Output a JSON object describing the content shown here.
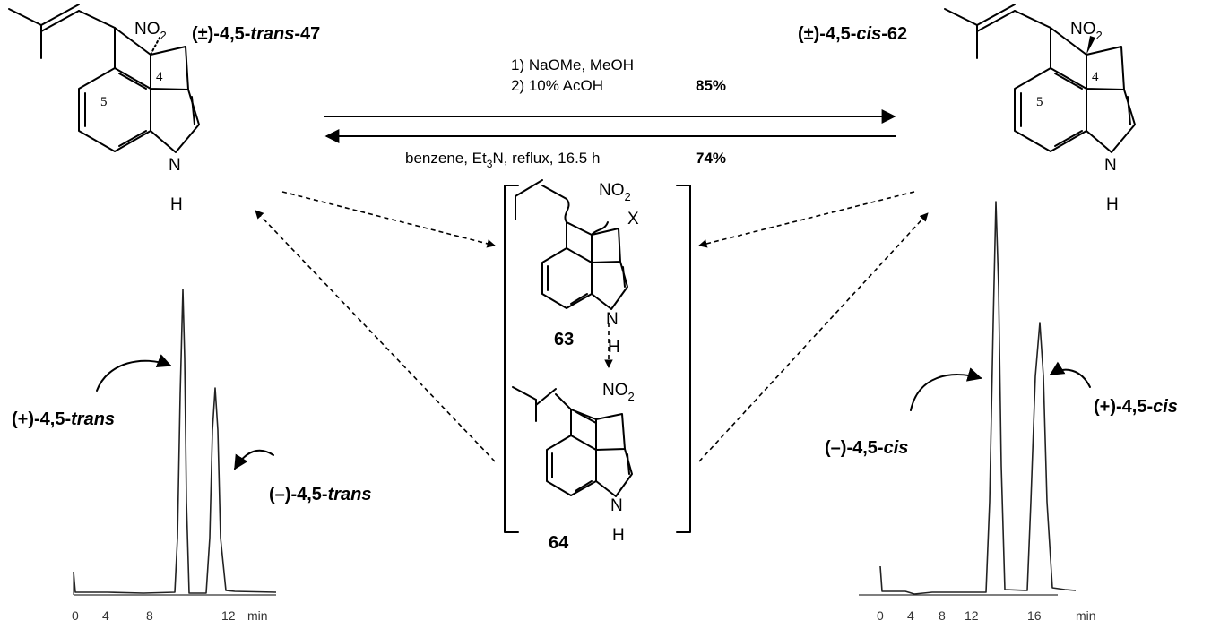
{
  "compounds": {
    "trans47": {
      "label": "(±)-4,5-",
      "label_em": "trans",
      "label_num": "-47",
      "locant_4": "4",
      "locant_5": "5",
      "nitro": "NO",
      "nitro_sub": "2",
      "nh_n": "N",
      "nh_h": "H"
    },
    "cis62": {
      "label": "(±)-4,5-",
      "label_em": "cis",
      "label_num": "-62",
      "locant_4": "4",
      "locant_5": "5",
      "nitro": "NO",
      "nitro_sub": "2",
      "nh_n": "N",
      "nh_h": "H"
    },
    "c63": {
      "label": "63",
      "nitro": "NO",
      "nitro_sub": "2",
      "x": "X",
      "nh_n": "N",
      "nh_h": "H"
    },
    "c64": {
      "label": "64",
      "nitro": "NO",
      "nitro_sub": "2",
      "nh_n": "N",
      "nh_h": "H"
    }
  },
  "conditions": {
    "forward_line1": "1) NaOMe, MeOH",
    "forward_line2": "2) 10% AcOH",
    "forward_yield": "85%",
    "reverse_pre": "benzene, Et",
    "reverse_sub": "3",
    "reverse_post": "N, reflux, 16.5 h",
    "reverse_yield": "74%"
  },
  "chromatograms": {
    "trans": {
      "peak_plus": "(+)-4,5-",
      "peak_plus_em": "trans",
      "peak_minus": "(–)-4,5-",
      "peak_minus_em": "trans",
      "ticks": [
        "0",
        "4",
        "8",
        "12"
      ],
      "unit": "min"
    },
    "cis": {
      "peak_plus": "(+)-4,5-",
      "peak_plus_em": "cis",
      "peak_minus": "(–)-4,5-",
      "peak_minus_em": "cis",
      "ticks": [
        "0",
        "4",
        "8",
        "12",
        "16"
      ],
      "unit": "min"
    }
  }
}
